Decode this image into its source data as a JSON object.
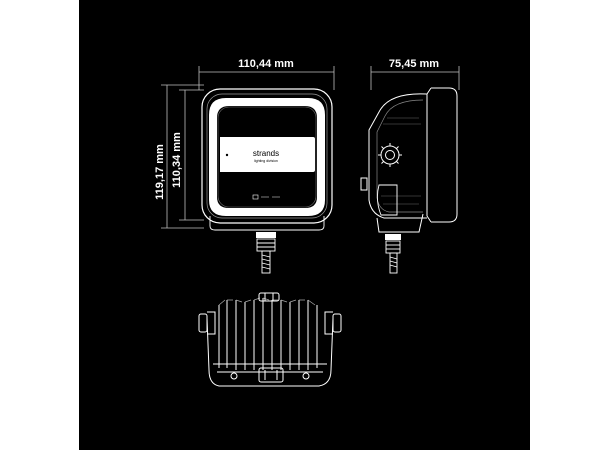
{
  "dimensions": {
    "front_width": "110,44 mm",
    "side_depth": "75,45 mm",
    "total_height": "119,17 mm",
    "lens_height": "110,34 mm"
  },
  "branding": {
    "brand": "strands",
    "sub": "lighting division"
  },
  "colors": {
    "background": "#000000",
    "line": "#ffffff",
    "page": "#ffffff"
  }
}
